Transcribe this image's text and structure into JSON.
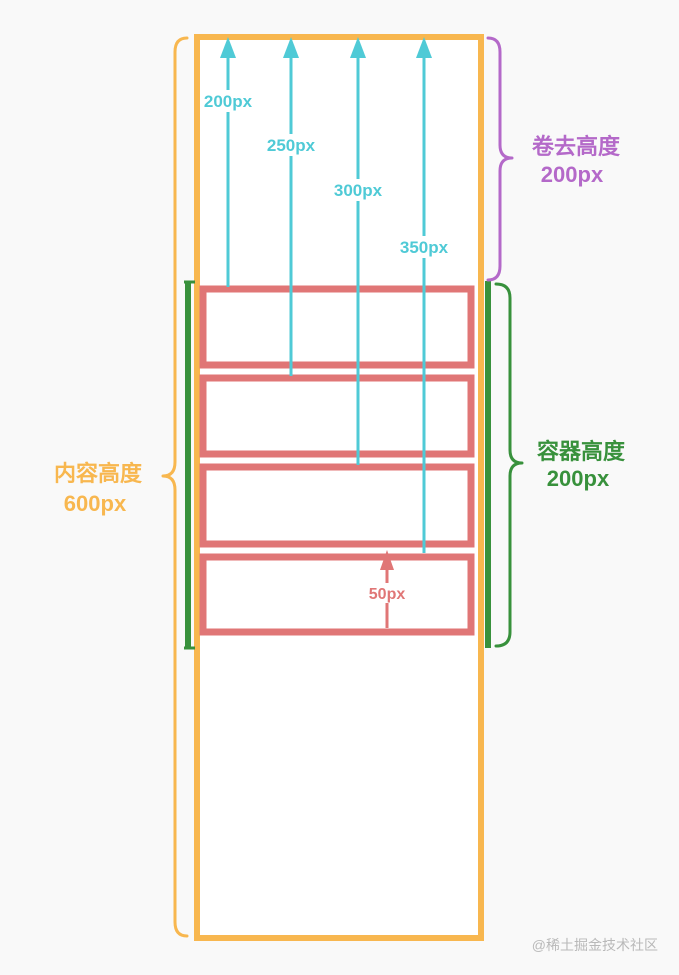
{
  "labels": {
    "content_height_title": "内容高度",
    "content_height_value": "600px",
    "scrolled_title": "卷去高度",
    "scrolled_value": "200px",
    "container_title": "容器高度",
    "container_value": "200px",
    "arrow_1": "200px",
    "arrow_2": "250px",
    "arrow_3": "300px",
    "arrow_4": "350px",
    "item_arrow": "50px",
    "watermark": "@稀土掘金技术社区"
  },
  "colors": {
    "content": "#f8b74f",
    "scrolled": "#b469c9",
    "container": "#38913c",
    "item": "#e07676",
    "arrow": "#4fcad6",
    "watermark": "#b9b9b9",
    "background": "#f9f9f9"
  }
}
